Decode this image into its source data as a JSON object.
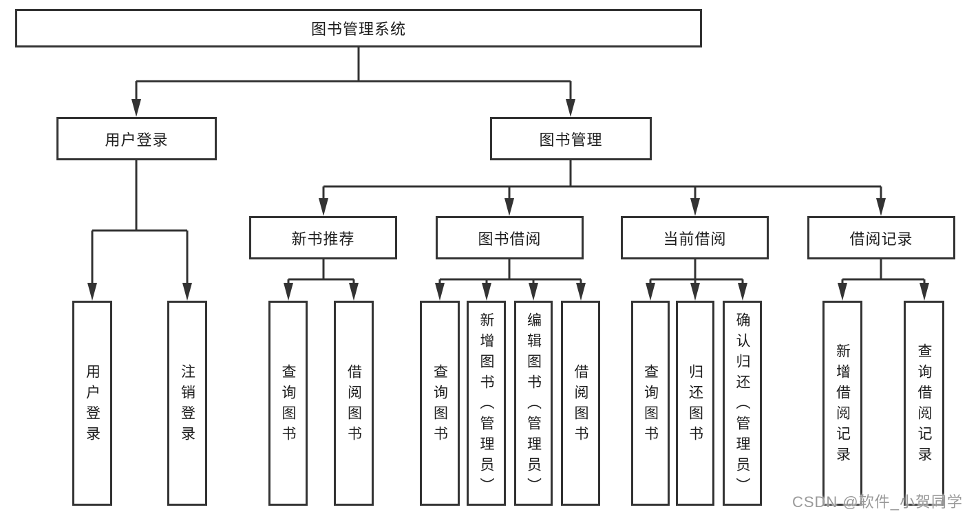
{
  "colors": {
    "line": "#333333",
    "text": "#1d1d1d",
    "box_background": "#ffffff",
    "watermark": "#949494"
  },
  "nodes": {
    "root": "图书管理系统",
    "user_login": "用户登录",
    "book_mgmt": "图书管理",
    "new_book": "新书推荐",
    "book_borrow": "图书借阅",
    "current_borrow": "当前借阅",
    "borrow_record": "借阅记录",
    "leaves": {
      "user_login": [
        "用户登录",
        "注销登录"
      ],
      "new_book": [
        "查询图书",
        "借阅图书"
      ],
      "book_borrow": [
        "查询图书",
        "新增图书（管理员）",
        "编辑图书（管理员）",
        "借阅图书"
      ],
      "current_borrow": [
        "查询图书",
        "归还图书",
        "确认归还（管理员）"
      ],
      "borrow_record": [
        "新增借阅记录",
        "查询借阅记录"
      ]
    }
  },
  "watermark": "CSDN @软件_小贺同学"
}
